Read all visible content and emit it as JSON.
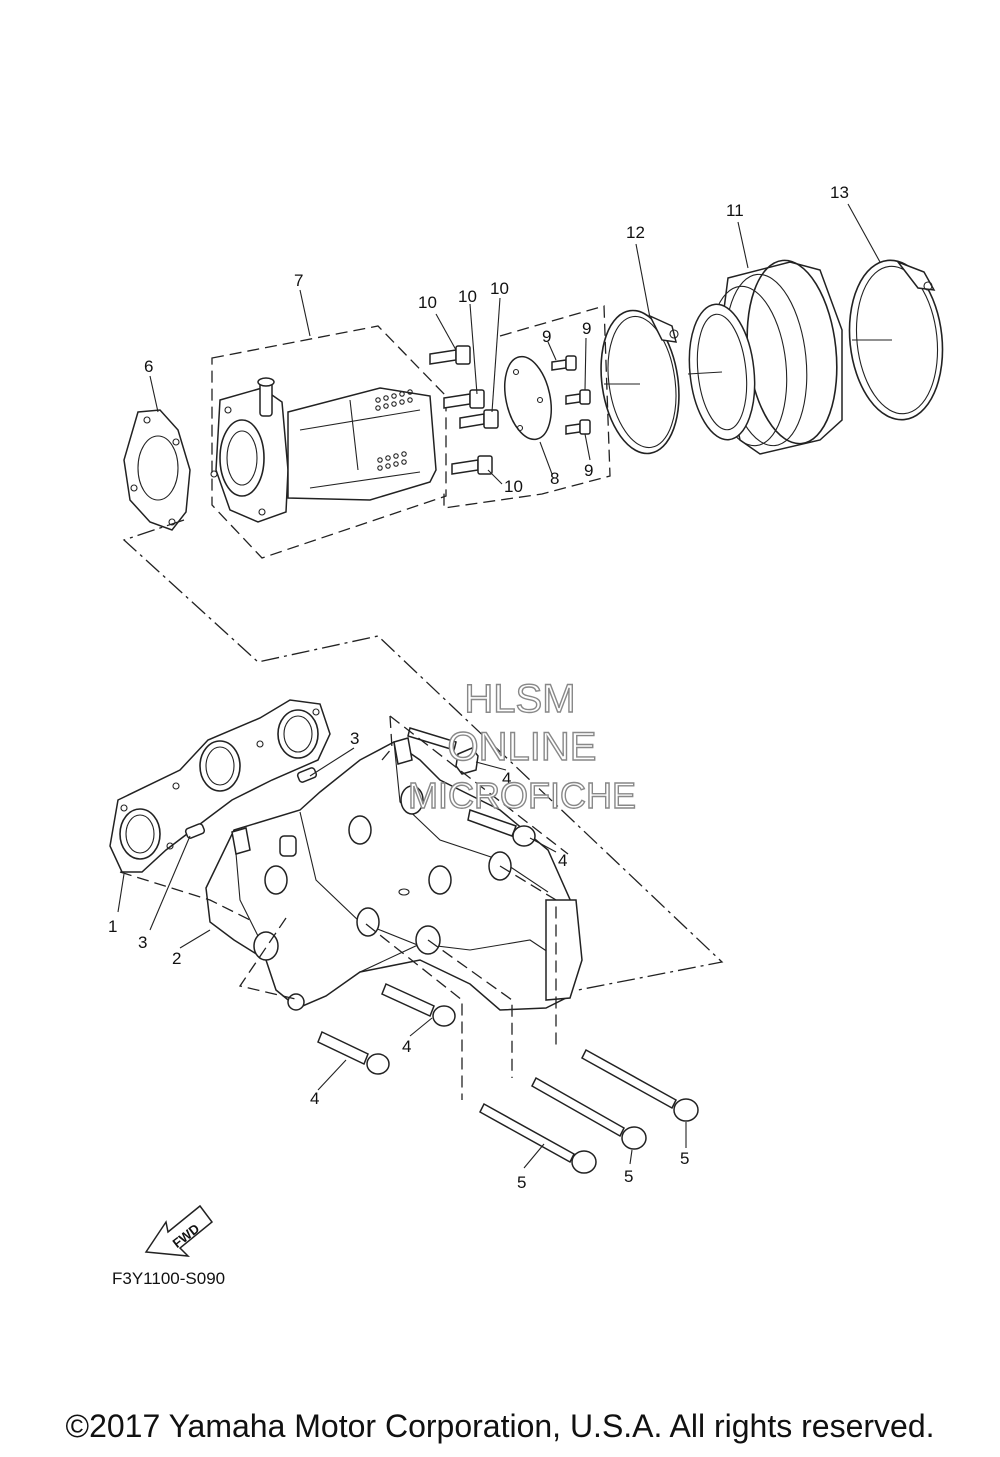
{
  "diagram": {
    "callouts": [
      {
        "id": "c1",
        "text": "1"
      },
      {
        "id": "c2",
        "text": "2"
      },
      {
        "id": "c3a",
        "text": "3"
      },
      {
        "id": "c3b",
        "text": "3"
      },
      {
        "id": "c4a",
        "text": "4"
      },
      {
        "id": "c4b",
        "text": "4"
      },
      {
        "id": "c4c",
        "text": "4"
      },
      {
        "id": "c4d",
        "text": "4"
      },
      {
        "id": "c5a",
        "text": "5"
      },
      {
        "id": "c5b",
        "text": "5"
      },
      {
        "id": "c5c",
        "text": "5"
      },
      {
        "id": "c6",
        "text": "6"
      },
      {
        "id": "c7",
        "text": "7"
      },
      {
        "id": "c8",
        "text": "8"
      },
      {
        "id": "c9a",
        "text": "9"
      },
      {
        "id": "c9b",
        "text": "9"
      },
      {
        "id": "c9c",
        "text": "9"
      },
      {
        "id": "c10a",
        "text": "10"
      },
      {
        "id": "c10b",
        "text": "10"
      },
      {
        "id": "c10c",
        "text": "10"
      },
      {
        "id": "c10d",
        "text": "10"
      },
      {
        "id": "c11",
        "text": "11"
      },
      {
        "id": "c12",
        "text": "12"
      },
      {
        "id": "c13",
        "text": "13"
      }
    ],
    "fwd_label": "FWD",
    "drawing_code": "F3Y1100-S090"
  },
  "watermark": {
    "line1": "HLSM",
    "line2": "ONLINE",
    "line3": "MICROFICHE"
  },
  "copyright": "©2017 Yamaha Motor Corporation, U.S.A. All rights reserved."
}
